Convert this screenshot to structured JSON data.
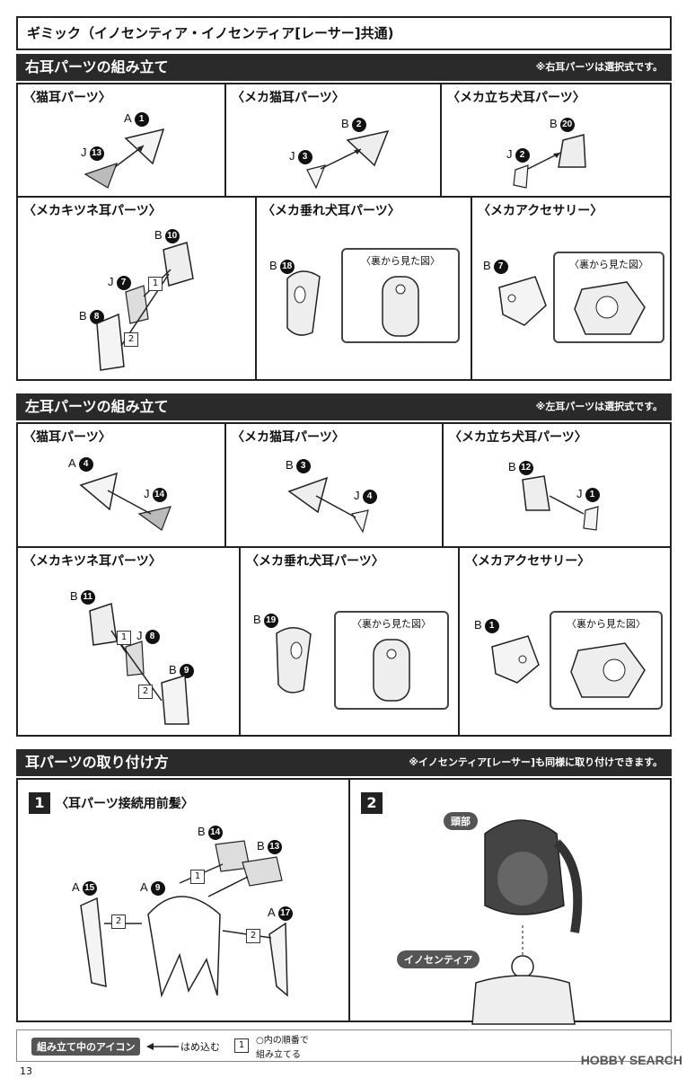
{
  "title": "ギミック（イノセンティア・イノセンティア[レーサー]共通)",
  "right_section": {
    "title": "右耳パーツの組み立て",
    "note": "※右耳パーツは選択式です。",
    "panels": [
      {
        "title": "〈猫耳パーツ〉",
        "a": "A",
        "a_n": "1",
        "b": "J",
        "b_n": "13"
      },
      {
        "title": "〈メカ猫耳パーツ〉",
        "a": "B",
        "a_n": "2",
        "b": "J",
        "b_n": "3"
      },
      {
        "title": "〈メカ立ち犬耳パーツ〉",
        "a": "B",
        "a_n": "20",
        "b": "J",
        "b_n": "2"
      },
      {
        "title": "〈メカキツネ耳パーツ〉",
        "a": "B",
        "a_n": "10",
        "b": "J",
        "b_n": "7",
        "c": "B",
        "c_n": "8",
        "s1": "1",
        "s2": "2"
      },
      {
        "title": "〈メカ垂れ犬耳パーツ〉",
        "a": "B",
        "a_n": "18",
        "inset": "〈裏から見た図〉"
      },
      {
        "title": "〈メカアクセサリー〉",
        "a": "B",
        "a_n": "7",
        "inset": "〈裏から見た図〉"
      }
    ]
  },
  "left_section": {
    "title": "左耳パーツの組み立て",
    "note": "※左耳パーツは選択式です。",
    "panels": [
      {
        "title": "〈猫耳パーツ〉",
        "a": "A",
        "a_n": "4",
        "b": "J",
        "b_n": "14"
      },
      {
        "title": "〈メカ猫耳パーツ〉",
        "a": "B",
        "a_n": "3",
        "b": "J",
        "b_n": "4"
      },
      {
        "title": "〈メカ立ち犬耳パーツ〉",
        "a": "B",
        "a_n": "12",
        "b": "J",
        "b_n": "1"
      },
      {
        "title": "〈メカキツネ耳パーツ〉",
        "a": "B",
        "a_n": "11",
        "b": "J",
        "b_n": "8",
        "c": "B",
        "c_n": "9",
        "s1": "1",
        "s2": "2"
      },
      {
        "title": "〈メカ垂れ犬耳パーツ〉",
        "a": "B",
        "a_n": "19",
        "inset": "〈裏から見た図〉"
      },
      {
        "title": "〈メカアクセサリー〉",
        "a": "B",
        "a_n": "1",
        "inset": "〈裏から見た図〉"
      }
    ]
  },
  "attach_section": {
    "title": "耳パーツの取り付け方",
    "note": "※イノセンティア[レーサー]も同様に取り付けできます。",
    "step1": {
      "num": "1",
      "title": "〈耳パーツ接続用前髪〉",
      "b1": "B",
      "b1_n": "14",
      "b2": "B",
      "b2_n": "13",
      "a1": "A",
      "a1_n": "15",
      "a2": "A",
      "a2_n": "9",
      "a3": "A",
      "a3_n": "17",
      "s1": "1",
      "s2": "2"
    },
    "step2": {
      "num": "2",
      "head": "頭部",
      "body": "イノセンティア"
    }
  },
  "legend": {
    "icon_label": "組み立て中のアイコン",
    "arrow_text": "はめ込む",
    "step_icon": "1",
    "step_text1": "○内の順番で",
    "step_text2": "組み立てる"
  },
  "watermark": "HOBBY SEARCH",
  "page_number": "13"
}
